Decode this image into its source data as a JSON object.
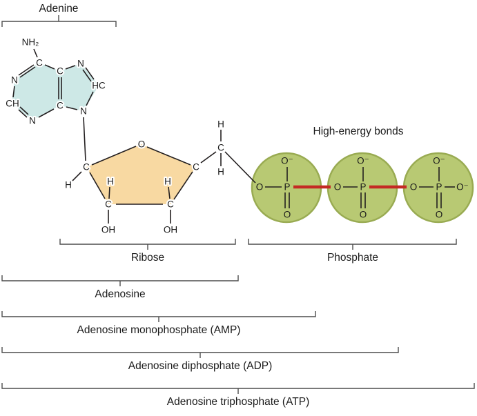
{
  "labels": {
    "adenine": "Adenine",
    "ribose": "Ribose",
    "phosphate": "Phosphate",
    "adenosine": "Adenosine",
    "amp": "Adenosine monophosphate (AMP)",
    "adp": "Adenosine diphosphate (ADP)",
    "atp": "Adenosine triphosphate (ATP)",
    "high_energy_bonds": "High-energy bonds"
  },
  "atoms": {
    "nh2": "NH₂",
    "c": "C",
    "n": "N",
    "ch": "CH",
    "hc": "HC",
    "o": "O",
    "h": "H",
    "oh": "OH",
    "p": "P",
    "o_minus": "O⁻"
  },
  "colors": {
    "adenine_fill": "#cde8e6",
    "ribose_fill": "#f8d9a2",
    "phosphate_fill": "#b8c973",
    "phosphate_stroke": "#99ab52",
    "bond": "#231f20",
    "high_energy_bond": "#c42a24"
  }
}
